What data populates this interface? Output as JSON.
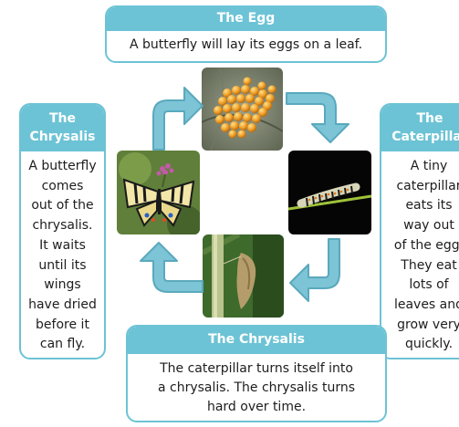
{
  "egg": {
    "title": "The Egg",
    "text": "A butterfly will lay its eggs on a leaf."
  },
  "caterpillar": {
    "title_lines": [
      "The",
      "Caterpillar"
    ],
    "text_lines": [
      "A tiny",
      "caterpillar",
      "eats its",
      "way out",
      "of the egg.",
      "They eat",
      "lots of",
      "leaves and",
      "grow very",
      "quickly."
    ]
  },
  "chrysalis_stage": {
    "title": "The Chrysalis",
    "text_lines": [
      "The caterpillar turns itself into",
      "a chrysalis. The chrysalis turns",
      "hard over time."
    ]
  },
  "butterfly_stage": {
    "title_lines": [
      "The",
      "Chrysalis"
    ],
    "text_lines": [
      "A butterfly",
      "comes",
      "out of the",
      "chrysalis.",
      "It waits",
      "until its",
      "wings",
      "have dried",
      "before it",
      "can fly."
    ]
  },
  "colors": {
    "accent": "#6cc3d5",
    "arrow": "#7cc4d6"
  },
  "icons": [
    "eggs-photo",
    "caterpillar-photo",
    "chrysalis-photo",
    "butterfly-photo",
    "cycle-arrow-icon"
  ]
}
